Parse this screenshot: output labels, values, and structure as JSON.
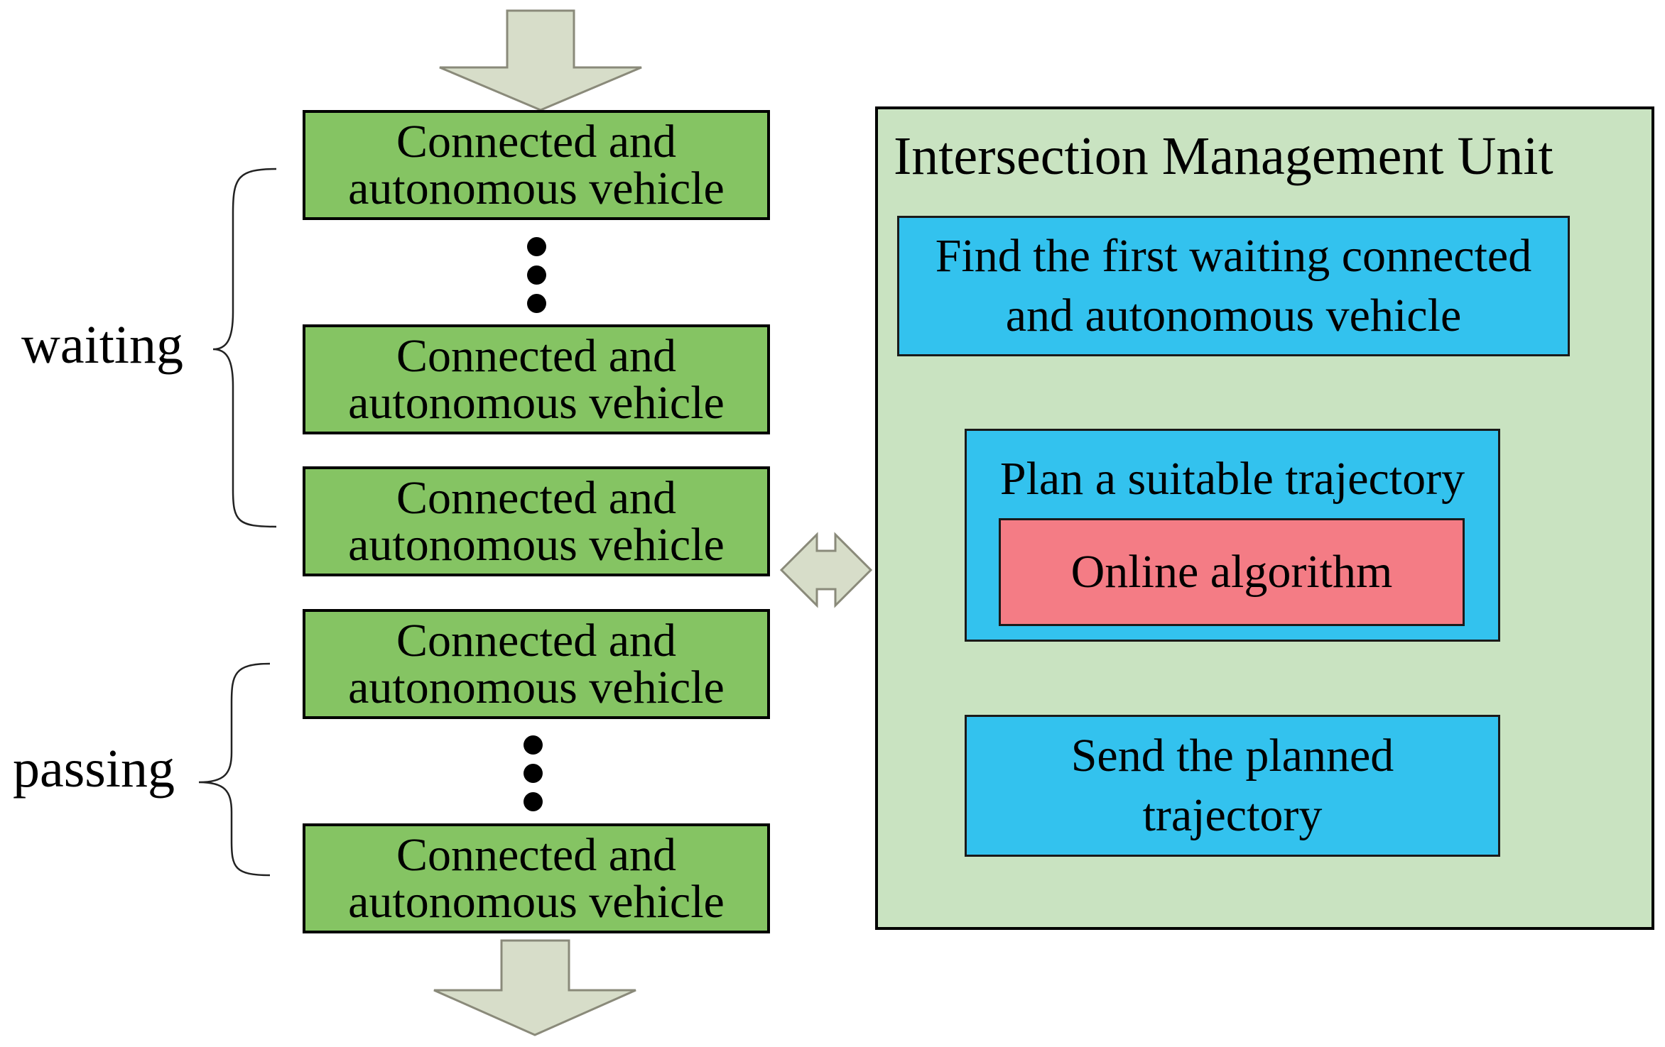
{
  "vehicles": [
    {
      "label": "Connected and\nautonomous vehicle"
    },
    {
      "label": "Connected and\nautonomous vehicle"
    },
    {
      "label": "Connected and\nautonomous vehicle"
    },
    {
      "label": "Connected and\nautonomous vehicle"
    },
    {
      "label": "Connected and\nautonomous vehicle"
    }
  ],
  "groups": {
    "waiting": "waiting",
    "passing": "passing"
  },
  "imu": {
    "title": "Intersection Management Unit",
    "step_find": "Find the first waiting connected\nand autonomous vehicle",
    "step_plan": "Plan a suitable trajectory",
    "algorithm": "Online algorithm",
    "step_send": "Send the planned\ntrajectory"
  },
  "colors": {
    "vehicle_fill": "#85c463",
    "imu_fill": "#c9e3c1",
    "step_fill": "#33c2ee",
    "algorithm_fill": "#f47c85",
    "flow_arrow_fill": "#d7ddc9"
  }
}
